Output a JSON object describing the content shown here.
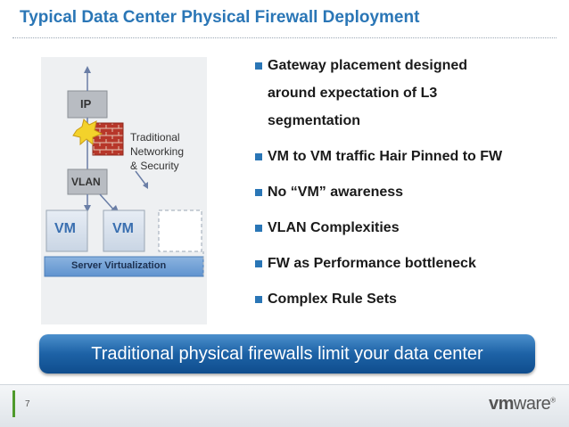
{
  "slide": {
    "title": "Typical Data Center Physical Firewall Deployment",
    "page_number": "7"
  },
  "diagram": {
    "ip_label": "IP",
    "vlan_label": "VLAN",
    "vm_label_1": "VM",
    "vm_label_2": "VM",
    "note_lines": [
      "Traditional",
      "Networking",
      "& Security"
    ],
    "server_label": "Server Virtualization"
  },
  "bullets": [
    {
      "lines": [
        "Gateway placement designed",
        "around expectation of L3",
        "segmentation"
      ]
    },
    {
      "lines": [
        "VM to VM traffic Hair Pinned to FW"
      ]
    },
    {
      "lines": [
        "No “VM” awareness"
      ]
    },
    {
      "lines": [
        "VLAN Complexities"
      ]
    },
    {
      "lines": [
        "FW as Performance bottleneck"
      ]
    },
    {
      "lines": [
        "Complex Rule Sets"
      ]
    }
  ],
  "banner": {
    "text": "Traditional physical firewalls limit your data center"
  },
  "logo": {
    "vm": "vm",
    "ware": "ware",
    "reg": "®"
  },
  "colors": {
    "title": "#2a76b6",
    "bullet_marker": "#2a76b6",
    "banner": "#1d62a6",
    "footer_accent": "#4f9a2c"
  }
}
